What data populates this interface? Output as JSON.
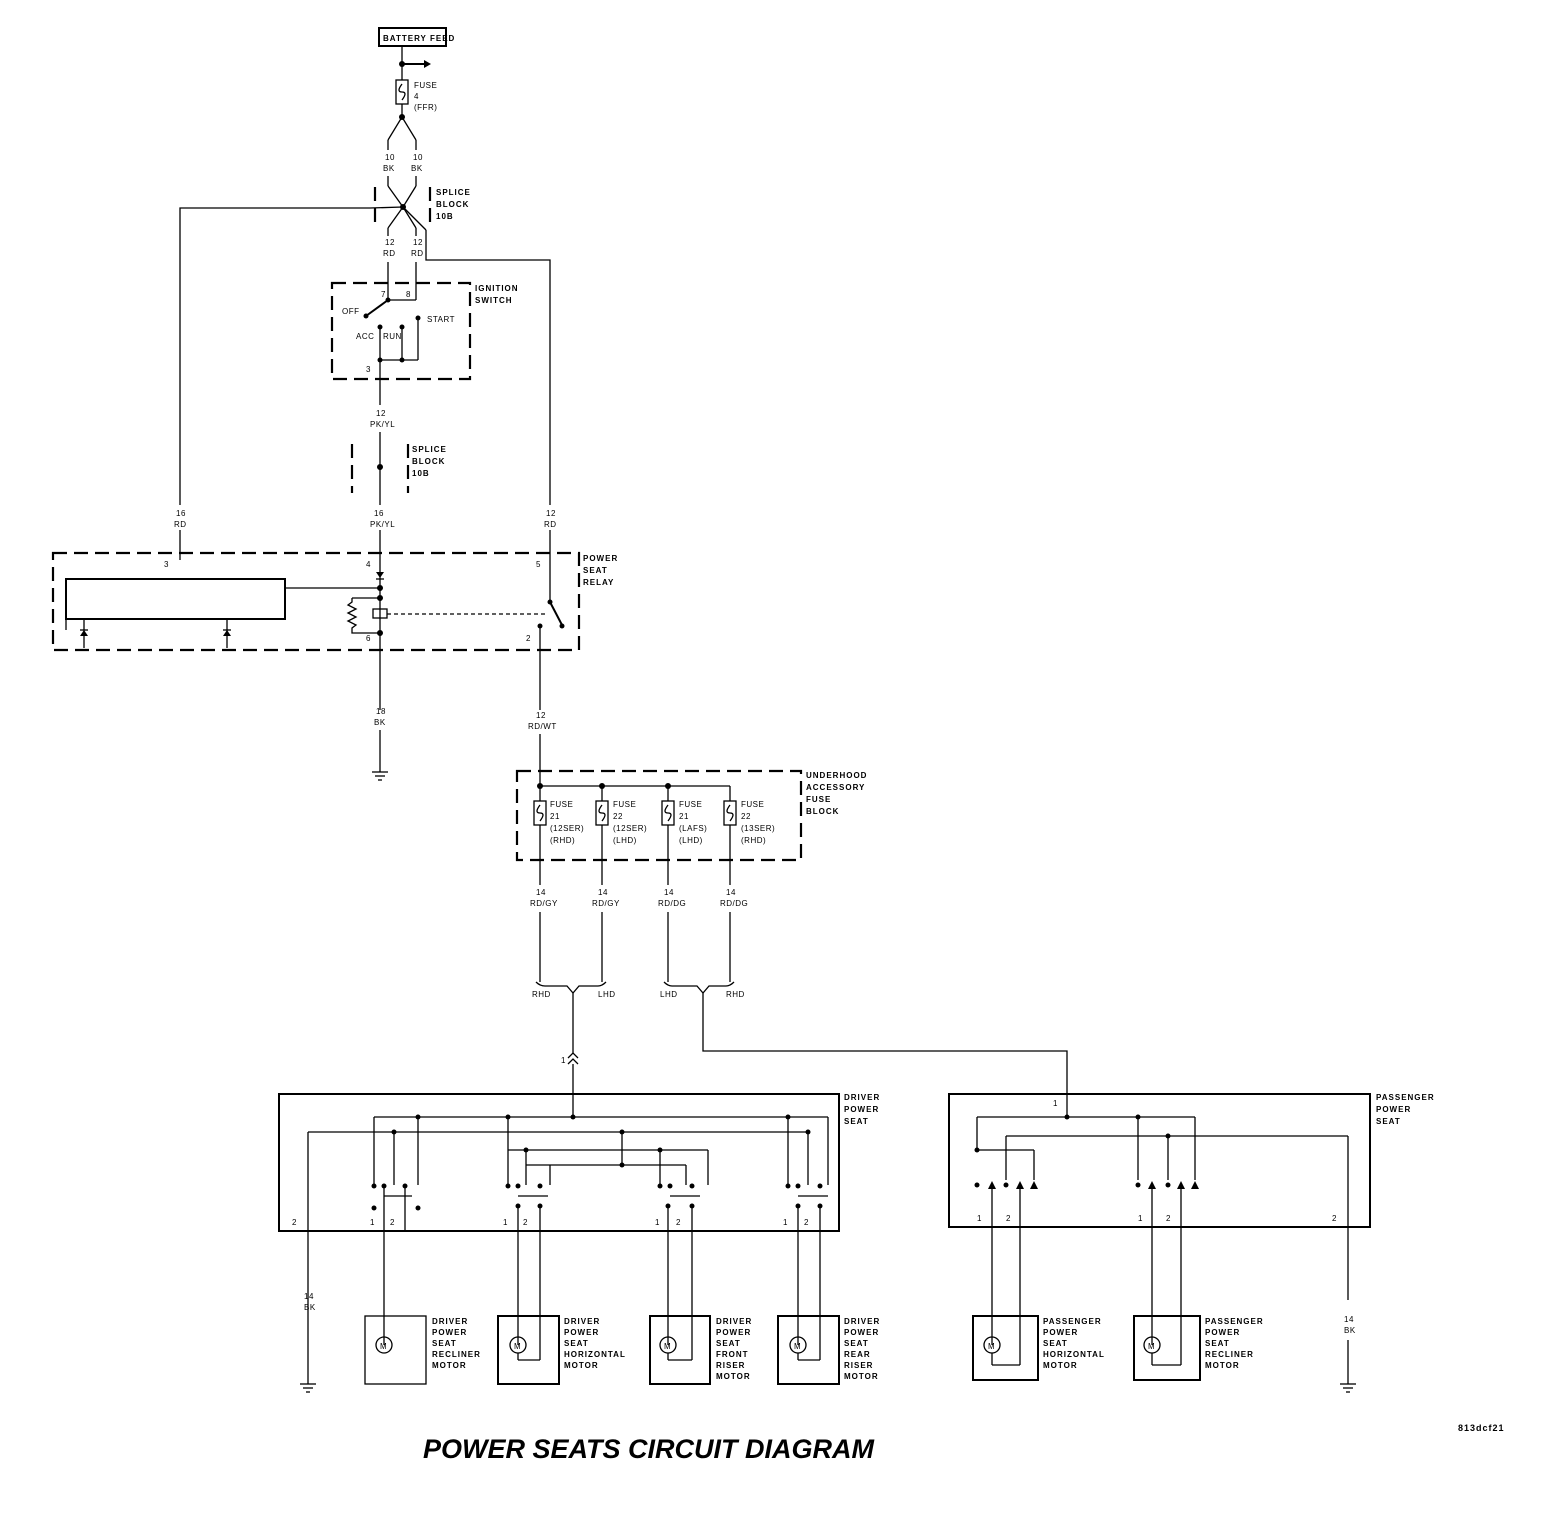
{
  "title": "POWER SEATS CIRCUIT DIAGRAM",
  "image_code": "813dcf21",
  "battery_feed": "BATTERY FEED",
  "fuse4": [
    "FUSE",
    "4",
    "(FFR)"
  ],
  "wires": {
    "bk_top": [
      "10",
      "BK"
    ],
    "bk_top2": [
      "10",
      "BK"
    ],
    "rd_a": [
      "12",
      "RD"
    ],
    "rd_b": [
      "12",
      "RD"
    ],
    "pkyl": [
      "12",
      "PK/YL"
    ],
    "left_rd": [
      "16",
      "RD"
    ],
    "pkyl2": [
      "16",
      "PK/YL"
    ],
    "right_rd": [
      "12",
      "RD"
    ],
    "relay_bk": [
      "18",
      "BK"
    ],
    "relay_out": [
      "12",
      "RD/WT"
    ],
    "f1": [
      "14",
      "RD/GY"
    ],
    "f2": [
      "14",
      "RD/GY"
    ],
    "f3": [
      "14",
      "RD/DG"
    ],
    "f4": [
      "14",
      "RD/DG"
    ],
    "gnd_l": [
      "14",
      "BK"
    ],
    "gnd_r": [
      "14",
      "BK"
    ]
  },
  "splice_block_1": [
    "SPLICE",
    "BLOCK",
    "10B"
  ],
  "splice_block_2": [
    "SPLICE",
    "BLOCK",
    "10B"
  ],
  "ignition_switch": {
    "label": [
      "IGNITION",
      "SWITCH"
    ],
    "positions": [
      "OFF",
      "ACC",
      "RUN",
      "START"
    ],
    "pins": [
      "7",
      "8",
      "3"
    ]
  },
  "power_seat_relay": {
    "label": [
      "POWER",
      "SEAT",
      "RELAY"
    ],
    "pins": [
      "3",
      "4",
      "5",
      "6",
      "2"
    ]
  },
  "fuse_block": {
    "label": [
      "UNDERHOOD",
      "ACCESSORY",
      "FUSE",
      "BLOCK"
    ],
    "fuses": [
      [
        "FUSE",
        "21",
        "(12SER)",
        "(RHD)"
      ],
      [
        "FUSE",
        "22",
        "(12SER)",
        "(LHD)"
      ],
      [
        "FUSE",
        "21",
        "(LAFS)",
        "(LHD)"
      ],
      [
        "FUSE",
        "22",
        "(13SER)",
        "(RHD)"
      ]
    ]
  },
  "splices": {
    "rhd1": "RHD",
    "lhd1": "LHD",
    "lhd2": "LHD",
    "rhd2": "RHD",
    "pin1": "1"
  },
  "driver_seat": {
    "label": [
      "DRIVER",
      "POWER",
      "SEAT"
    ],
    "motors": [
      [
        "DRIVER",
        "POWER",
        "SEAT",
        "RECLINER",
        "MOTOR"
      ],
      [
        "DRIVER",
        "POWER",
        "SEAT",
        "HORIZONTAL",
        "MOTOR"
      ],
      [
        "DRIVER",
        "POWER",
        "SEAT",
        "FRONT",
        "RISER",
        "MOTOR"
      ],
      [
        "DRIVER",
        "POWER",
        "SEAT",
        "REAR",
        "RISER",
        "MOTOR"
      ]
    ]
  },
  "passenger_seat": {
    "label": [
      "PASSENGER",
      "POWER",
      "SEAT"
    ],
    "motors": [
      [
        "PASSENGER",
        "POWER",
        "SEAT",
        "HORIZONTAL",
        "MOTOR"
      ],
      [
        "PASSENGER",
        "POWER",
        "SEAT",
        "RECLINER",
        "MOTOR"
      ]
    ]
  },
  "motor_symbol": "M",
  "pin_labels": {
    "one": "1",
    "two": "2"
  }
}
